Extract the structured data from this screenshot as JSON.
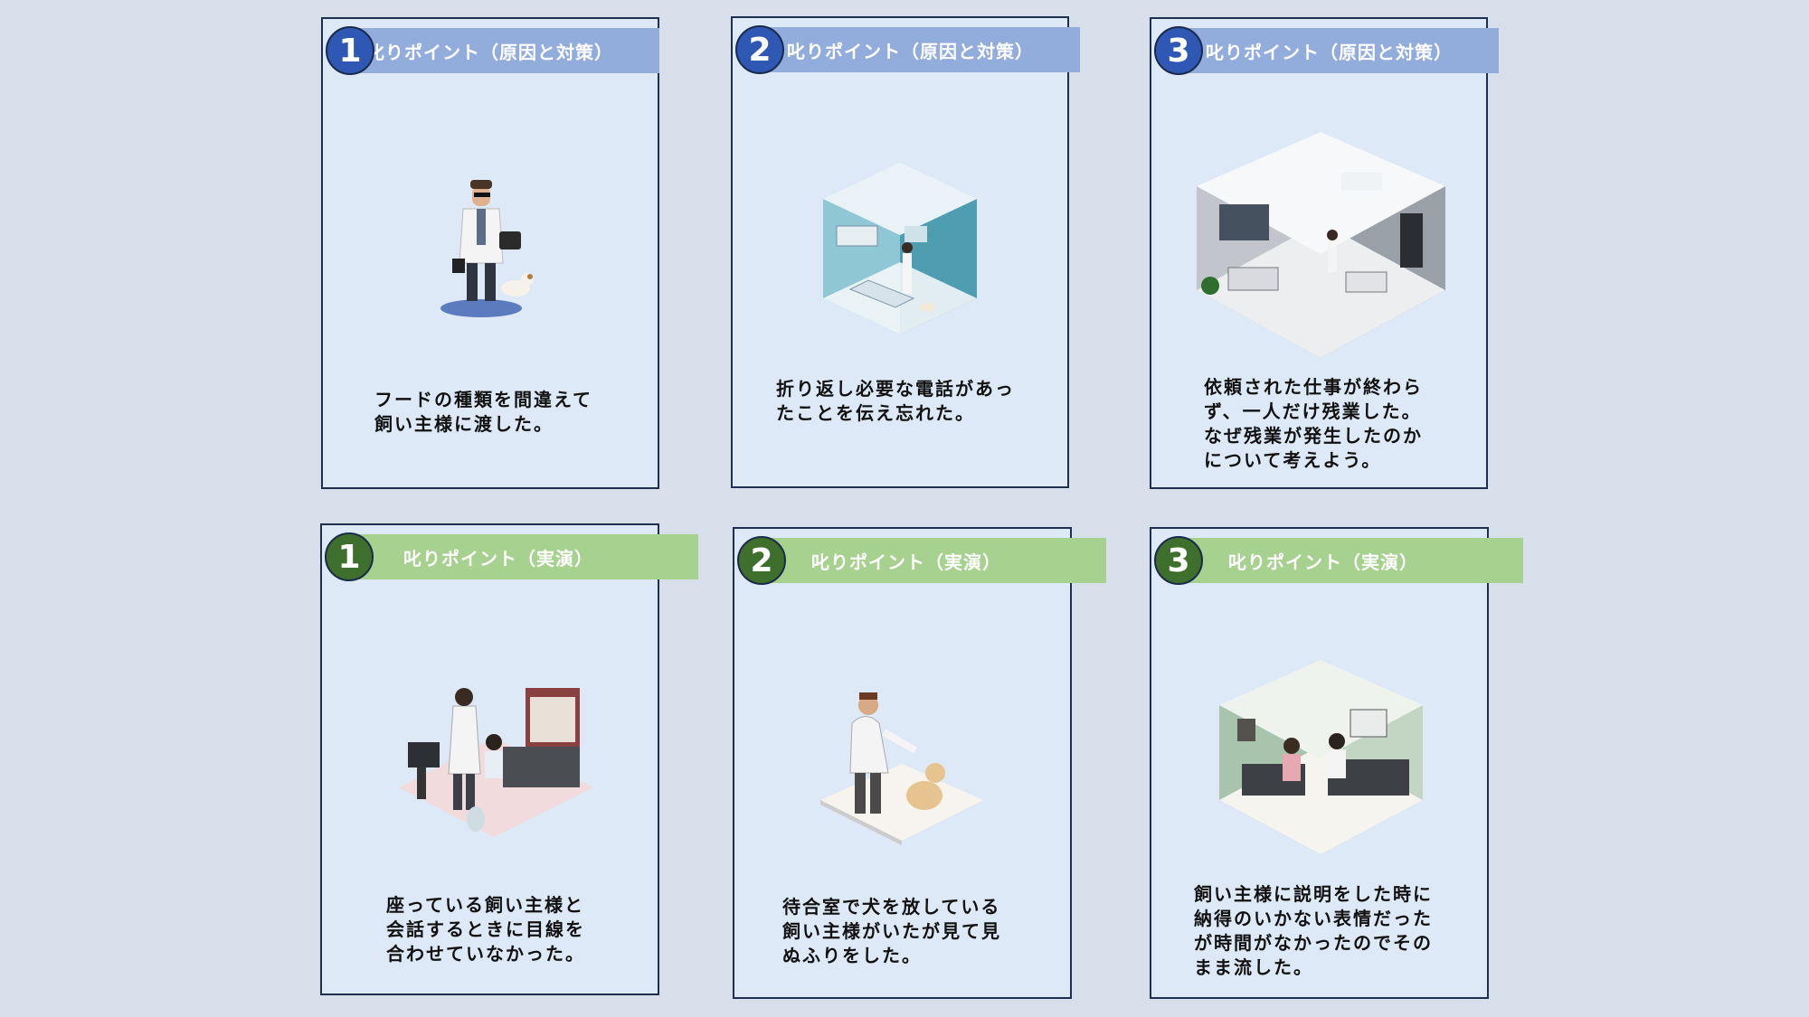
{
  "cards": [
    {
      "number": "1",
      "header": "叱りポイント（原因と対策）",
      "caption": "フードの種類を間違えて\n飼い主様に渡した。",
      "illustration": "vet-walking-with-dog",
      "accent": "#92acdc"
    },
    {
      "number": "2",
      "header": "叱りポイント（原因と対策）",
      "caption": "折り返し必要な電話があっ\nたことを伝え忘れた。",
      "illustration": "exam-room-blue",
      "accent": "#92acdc"
    },
    {
      "number": "3",
      "header": "叱りポイント（原因と対策）",
      "caption": "依頼された仕事が終わら\nず、一人だけ残業した。\nなぜ残業が発生したのか\nについて考えよう。",
      "illustration": "office-room",
      "accent": "#92acdc"
    },
    {
      "number": "1",
      "header": "叱りポイント（実演）",
      "caption": "座っている飼い主様と\n会話するときに目線を\n合わせていなかった。",
      "illustration": "consultation-desk",
      "accent": "#a7d18f"
    },
    {
      "number": "2",
      "header": "叱りポイント（実演）",
      "caption": "待合室で犬を放している\n飼い主様がいたが見て見\nぬふりをした。",
      "illustration": "vet-with-dog",
      "accent": "#a7d18f"
    },
    {
      "number": "3",
      "header": "叱りポイント（実演）",
      "caption": "飼い主様に説明をした時に\n納得のいかない表情だった\nが時間がなかったのでその\nまま流した。",
      "illustration": "green-consultation-room",
      "accent": "#a7d18f"
    }
  ]
}
